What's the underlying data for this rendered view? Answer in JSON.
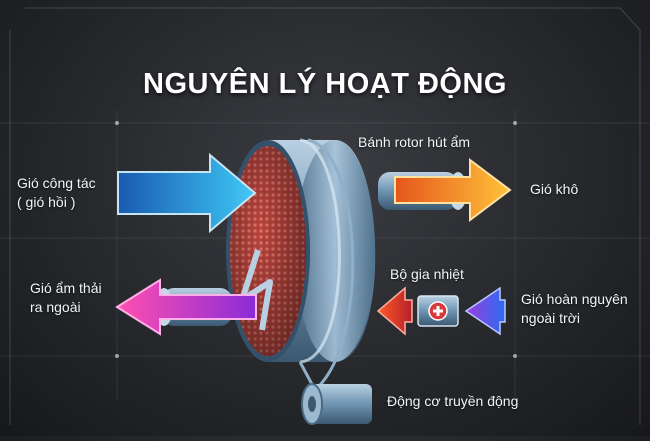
{
  "title": "NGUYÊN LÝ HOẠT ĐỘNG",
  "labels": {
    "working_air_1": "Gió công tác",
    "working_air_2": "( gió hồi )",
    "dry_air": "Gió khô",
    "humid_exhaust_1": "Gió ẩm thải",
    "humid_exhaust_2": "ra ngoài",
    "rotor": "Bánh rotor hút ẩm",
    "heater": "Bộ gia nhiệt",
    "regen_air_1": "Gió hoàn nguyên",
    "regen_air_2": "ngoài trời",
    "motor": "Động cơ truyền động"
  },
  "colors": {
    "working_air": "#2fb7ee",
    "dry_air": "#f59a23",
    "humid_exhaust": "#d43fcf",
    "regen_air": "#3a67e8",
    "heated_air": "#e03a2b",
    "rotor_body": "#5f8fb0",
    "rotor_face": "#c0504a"
  },
  "icons": {
    "heater": "plus-in-circle-icon"
  }
}
